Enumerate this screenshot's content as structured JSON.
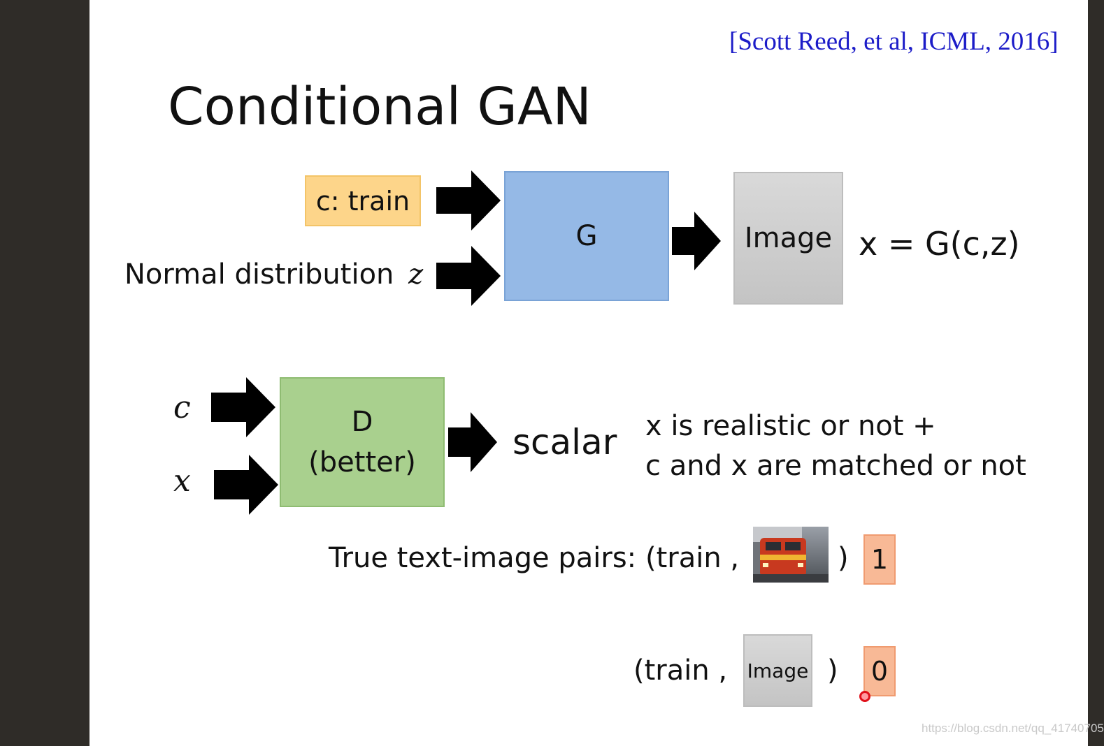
{
  "citation": "[Scott Reed, et al, ICML, 2016]",
  "title": "Conditional GAN",
  "generator": {
    "condition_label": "c: train",
    "noise_label": "Normal distribution",
    "noise_var": "z",
    "block_label": "G",
    "output_label": "Image",
    "equation": "x = G(c,z)"
  },
  "discriminator": {
    "input_c": "c",
    "input_x": "x",
    "block_line1": "D",
    "block_line2": "(better)",
    "output_label": "scalar",
    "explain_line1": "x is realistic or not +",
    "explain_line2": "c and x are matched or not"
  },
  "pairs": {
    "true_label": "True text-image pairs:",
    "true_open": "(train ,",
    "true_close": ")",
    "true_score": "1",
    "false_open": "(train ,",
    "false_image_label": "Image",
    "false_close": ")",
    "false_score": "0"
  },
  "watermark": "https://blog.csdn.net/qq_41740705",
  "colors": {
    "condition_fill": "#fdd58a",
    "generator_fill": "#95b9e6",
    "image_fill": "#cfcfcf",
    "discriminator_fill": "#a9d08e",
    "score_fill": "#f8b996",
    "citation_color": "#1c1cc8"
  }
}
